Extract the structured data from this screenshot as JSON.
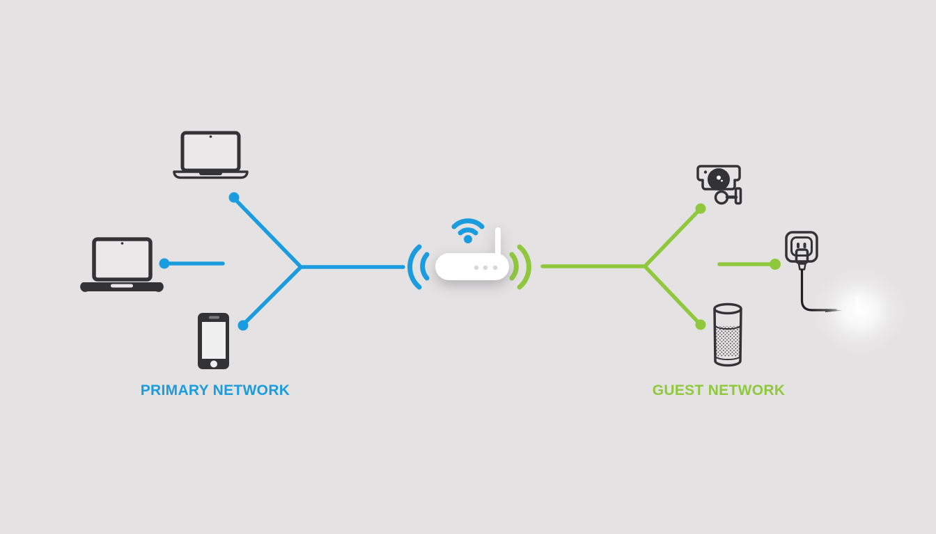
{
  "scene": {
    "background": "#e4e2e3"
  },
  "colors": {
    "primary_blue": "#1b9cdf",
    "guest_green": "#90c83d",
    "device_dark": "#333336",
    "router_white": "#ffffff",
    "router_dots_gray": "#d9d7d8",
    "cord_black": "#1e1e20"
  },
  "router": {
    "name": "wifi-router"
  },
  "primary_network": {
    "label": "PRIMARY NETWORK",
    "color": "#1b9cdf",
    "devices": [
      {
        "name": "laptop-top",
        "type": "laptop"
      },
      {
        "name": "laptop-left",
        "type": "laptop"
      },
      {
        "name": "smartphone",
        "type": "smartphone"
      }
    ]
  },
  "guest_network": {
    "label": "GUEST NETWORK",
    "color": "#90c83d",
    "devices": [
      {
        "name": "security-camera",
        "type": "camera"
      },
      {
        "name": "smart-speaker",
        "type": "speaker"
      },
      {
        "name": "smart-plug",
        "type": "plug"
      }
    ]
  }
}
